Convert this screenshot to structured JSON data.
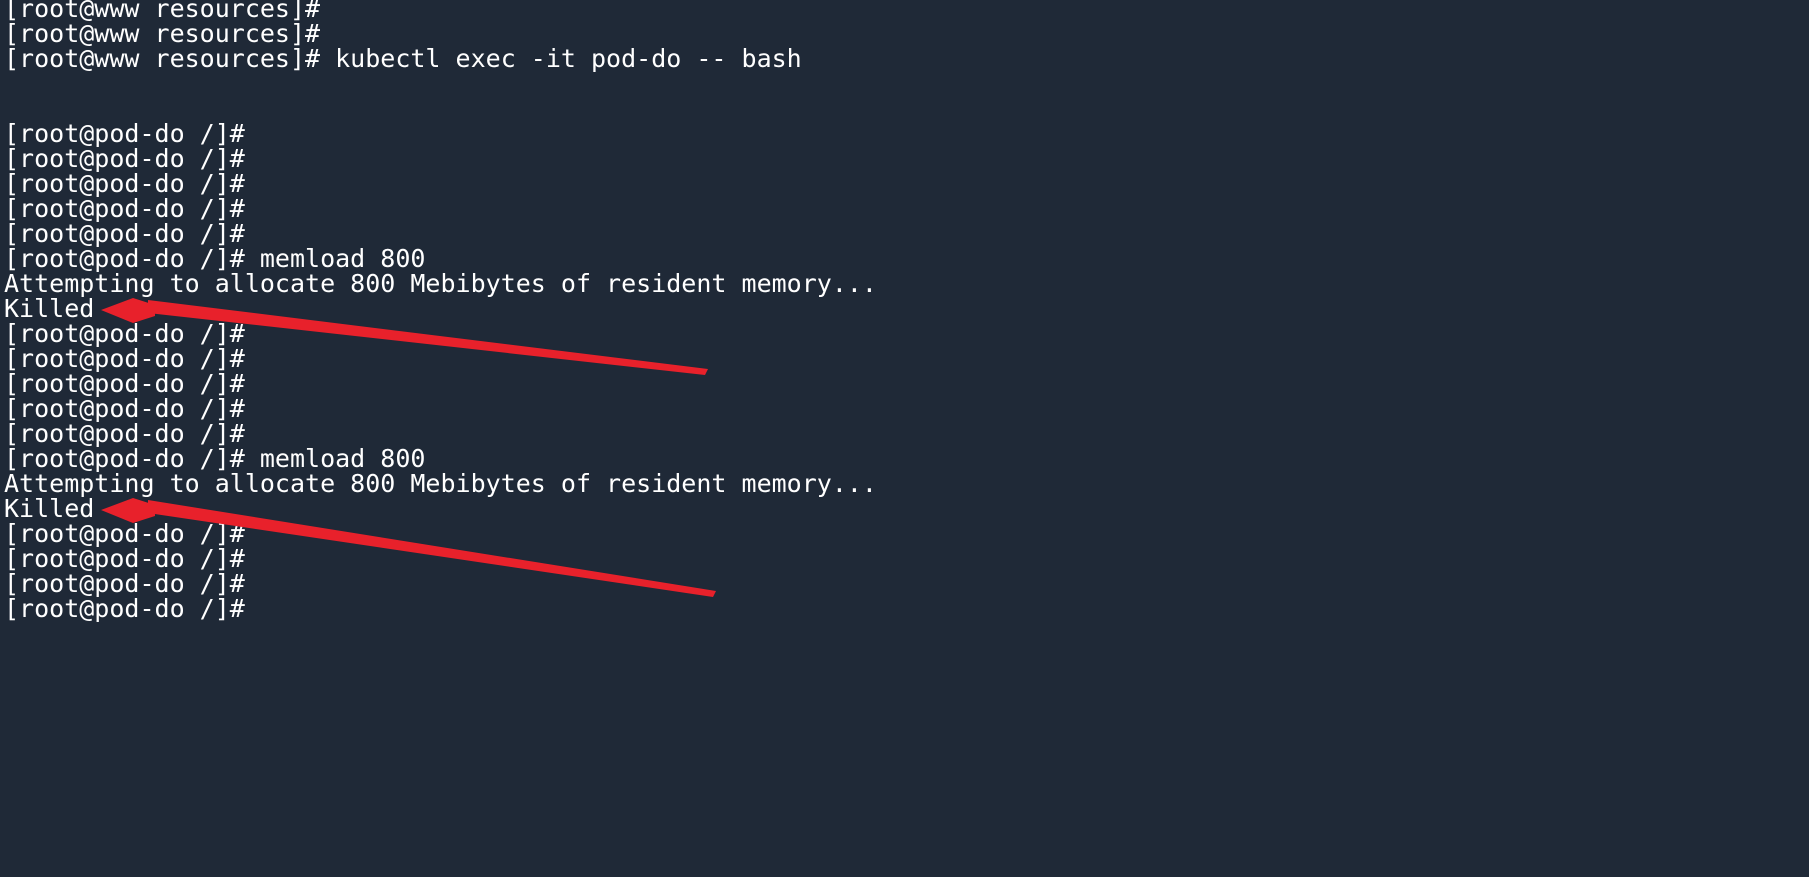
{
  "terminal": {
    "lines": [
      "[root@www resources]#",
      "[root@www resources]#",
      "[root@www resources]# kubectl exec -it pod-do -- bash",
      "",
      "",
      "[root@pod-do /]#",
      "[root@pod-do /]#",
      "[root@pod-do /]#",
      "[root@pod-do /]#",
      "[root@pod-do /]#",
      "[root@pod-do /]# memload 800",
      "Attempting to allocate 800 Mebibytes of resident memory...",
      "Killed",
      "[root@pod-do /]#",
      "[root@pod-do /]#",
      "[root@pod-do /]#",
      "[root@pod-do /]#",
      "[root@pod-do /]#",
      "[root@pod-do /]# memload 800",
      "Attempting to allocate 800 Mebibytes of resident memory...",
      "Killed",
      "[root@pod-do /]#",
      "[root@pod-do /]#",
      "[root@pod-do /]#",
      "[root@pod-do /]#"
    ]
  },
  "colors": {
    "background": "#1f2937",
    "text": "#ffffff",
    "annotation_arrow": "#e8212b"
  },
  "annotations": {
    "arrow_icon": "red-arrow",
    "arrows_point_to": [
      "Killed",
      "Killed"
    ]
  }
}
